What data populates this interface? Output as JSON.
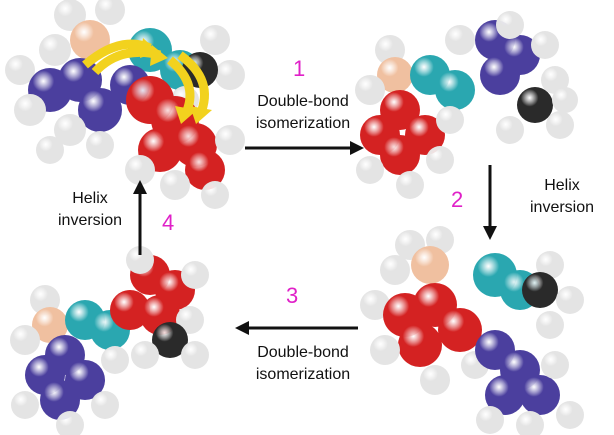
{
  "steps": [
    {
      "number": "1",
      "line1": "Double-bond",
      "line2": "isomerization"
    },
    {
      "number": "2",
      "line1": "Helix",
      "line2": "inversion"
    },
    {
      "number": "3",
      "line1": "Double-bond",
      "line2": "isomerization"
    },
    {
      "number": "4",
      "line1": "Helix",
      "line2": "inversion"
    }
  ],
  "colors": {
    "step_number": "#e020c8",
    "arrow": "#111111",
    "rotation_arrow": "#f2d21e",
    "rotor_red": "#d42222",
    "stator_purple": "#4b3f9e",
    "teal": "#2aa7b0",
    "methyl_black": "#2a2a2a",
    "hydrogen": "#e4e4e4",
    "stereo_peach": "#f0c0a0"
  }
}
